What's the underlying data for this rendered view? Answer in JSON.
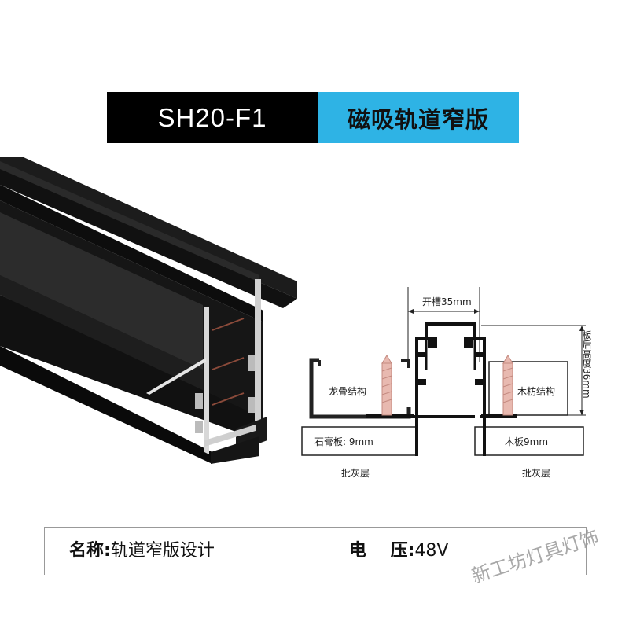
{
  "banner": {
    "model": "SH20-F1",
    "name": "磁吸轨道窄版"
  },
  "diagram": {
    "slot_label": "开槽35mm",
    "height_label": "板后高度36mm",
    "keel_label": "龙骨结构",
    "wood_structure_label": "木枋结构",
    "gypsum_label": "石膏板: 9mm",
    "wood_board_label": "木板9mm",
    "putty_left": "批灰层",
    "putty_right": "批灰层"
  },
  "specs": {
    "name_key": "名称:",
    "name_value": "轨道窄版设计",
    "voltage_key": "电    压:",
    "voltage_value": "48V"
  },
  "watermark": "新工坊灯具灯饰"
}
